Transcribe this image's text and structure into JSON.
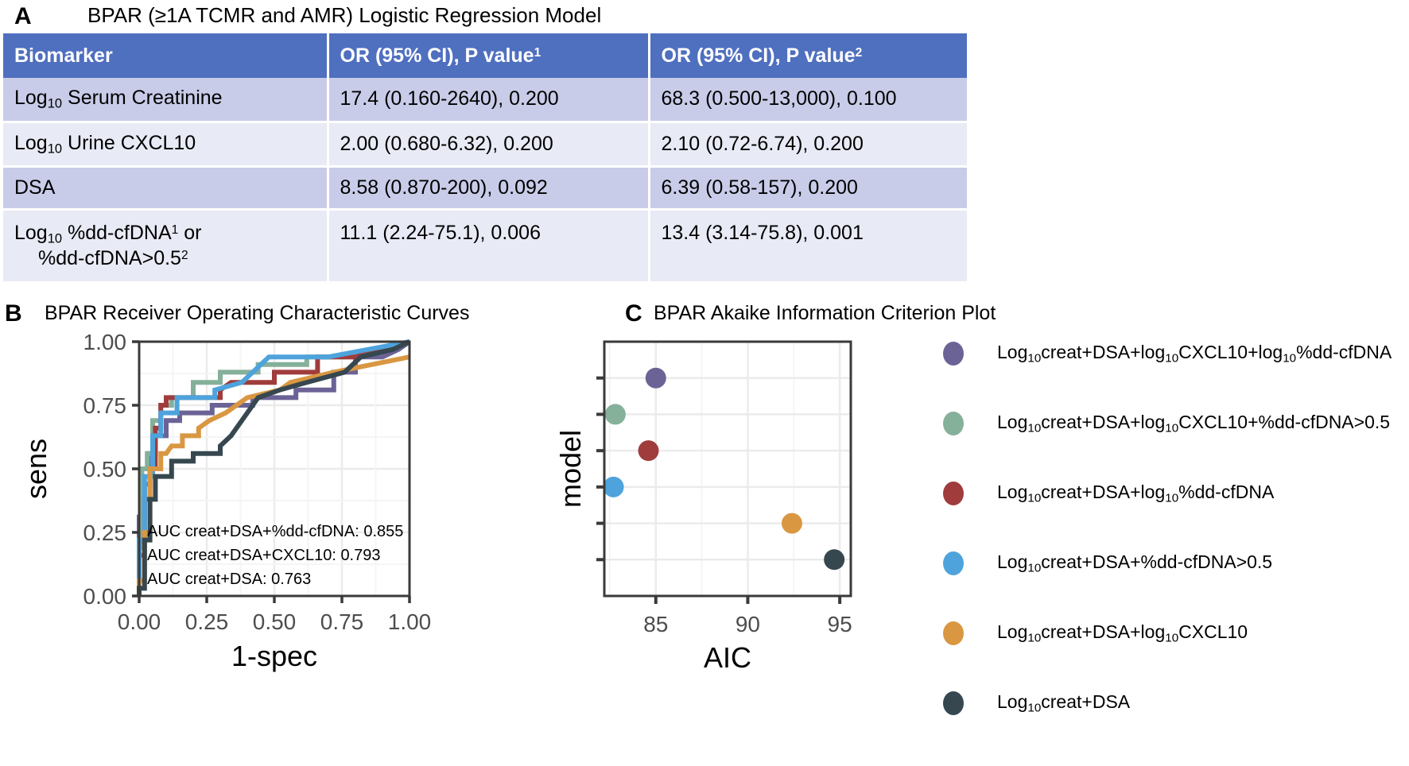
{
  "panel_a": {
    "letter": "A",
    "title": "BPAR (≥1A TCMR and AMR) Logistic Regression Model",
    "header_color": "#4f6fbf",
    "columns": [
      "Biomarker",
      "OR (95% CI), P value",
      "OR (95% CI), P value"
    ],
    "column_superscripts": [
      "",
      "1",
      "2"
    ],
    "rows": [
      {
        "biomarker_pre": "Log",
        "biomarker_sub": "10",
        "biomarker_post": " Serum Creatinine",
        "col1": "17.4 (0.160-2640), 0.200",
        "col2": "68.3 (0.500-13,000), 0.100"
      },
      {
        "biomarker_pre": "Log",
        "biomarker_sub": "10",
        "biomarker_post": " Urine CXCL10",
        "col1": "2.00 (0.680-6.32), 0.200",
        "col2": "2.10 (0.72-6.74), 0.200"
      },
      {
        "biomarker_pre": "",
        "biomarker_sub": "",
        "biomarker_post": "DSA",
        "col1": "8.58 (0.870-200), 0.092",
        "col2": "6.39 (0.58-157), 0.200"
      },
      {
        "biomarker_pre": "Log",
        "biomarker_sub": "10",
        "biomarker_post": " %dd-cfDNA",
        "biomarker_sup": "1",
        "biomarker_tail": " or",
        "biomarker_line2": "%dd-cfDNA>0.5",
        "biomarker_line2_sup": "2",
        "col1": "11.1 (2.24-75.1), 0.006",
        "col2": "13.4 (3.14-75.8), 0.001"
      }
    ]
  },
  "panel_b": {
    "letter": "B",
    "title": "BPAR Receiver Operating Characteristic Curves"
  },
  "panel_c": {
    "letter": "C",
    "title": "BPAR Akaike Information Criterion Plot"
  },
  "legend": {
    "entries": [
      {
        "color": "#6b6396",
        "pre": "Log",
        "sub1": "10",
        "mid1": "creat+DSA+log",
        "sub2": "10",
        "mid2": "CXCL10+log",
        "sub3": "10",
        "tail": "%dd-cfDNA"
      },
      {
        "color": "#85b09a",
        "pre": "Log",
        "sub1": "10",
        "mid1": "creat+DSA+log",
        "sub2": "10",
        "mid2": "CXCL10+%dd-cfDNA>0.5",
        "sub3": "",
        "tail": ""
      },
      {
        "color": "#a03c3c",
        "pre": "Log",
        "sub1": "10",
        "mid1": "creat+DSA+log",
        "sub2": "10",
        "mid2": "%dd-cfDNA",
        "sub3": "",
        "tail": ""
      },
      {
        "color": "#4ea3dc",
        "pre": "Log",
        "sub1": "10",
        "mid1": "creat+DSA+%dd-cfDNA>0.5",
        "sub2": "",
        "mid2": "",
        "sub3": "",
        "tail": ""
      },
      {
        "color": "#d99742",
        "pre": "Log",
        "sub1": "10",
        "mid1": "creat+DSA+log",
        "sub2": "10",
        "mid2": "CXCL10",
        "sub3": "",
        "tail": ""
      },
      {
        "color": "#36474f",
        "pre": "Log",
        "sub1": "10",
        "mid1": "creat+DSA",
        "sub2": "",
        "mid2": "",
        "sub3": "",
        "tail": ""
      }
    ]
  },
  "chart_data": [
    {
      "type": "line",
      "title": "BPAR Receiver Operating Characteristic Curves",
      "xlabel": "1-spec",
      "ylabel": "sens",
      "xlim": [
        0,
        1
      ],
      "ylim": [
        0,
        1
      ],
      "xticks": [
        "0.00",
        "0.25",
        "0.50",
        "0.75",
        "1.00"
      ],
      "yticks": [
        "0.00",
        "0.25",
        "0.50",
        "0.75",
        "1.00"
      ],
      "grid": true,
      "annotations": [
        "AUC creat+DSA+%dd-cfDNA: 0.855",
        "AUC creat+DSA+CXCL10: 0.793",
        "AUC creat+DSA: 0.763"
      ],
      "series": [
        {
          "name": "Log10creat+DSA+log10CXCL10+log10%dd-cfDNA",
          "color": "#6b6396",
          "points": [
            [
              0.0,
              0.0
            ],
            [
              0.0,
              0.31
            ],
            [
              0.02,
              0.31
            ],
            [
              0.02,
              0.44
            ],
            [
              0.04,
              0.44
            ],
            [
              0.04,
              0.56
            ],
            [
              0.06,
              0.56
            ],
            [
              0.06,
              0.63
            ],
            [
              0.1,
              0.63
            ],
            [
              0.1,
              0.69
            ],
            [
              0.15,
              0.69
            ],
            [
              0.15,
              0.72
            ],
            [
              0.27,
              0.72
            ],
            [
              0.27,
              0.75
            ],
            [
              0.42,
              0.75
            ],
            [
              0.42,
              0.78
            ],
            [
              0.58,
              0.78
            ],
            [
              0.58,
              0.81
            ],
            [
              0.72,
              0.81
            ],
            [
              0.72,
              0.88
            ],
            [
              0.8,
              0.88
            ],
            [
              0.8,
              0.94
            ],
            [
              0.9,
              0.94
            ],
            [
              0.96,
              0.97
            ],
            [
              1.0,
              1.0
            ]
          ]
        },
        {
          "name": "Log10creat+DSA+log10CXCL10+%dd-cfDNA>0.5",
          "color": "#85b09a",
          "points": [
            [
              0.0,
              0.0
            ],
            [
              0.0,
              0.19
            ],
            [
              0.01,
              0.19
            ],
            [
              0.01,
              0.5
            ],
            [
              0.03,
              0.5
            ],
            [
              0.03,
              0.56
            ],
            [
              0.05,
              0.56
            ],
            [
              0.05,
              0.69
            ],
            [
              0.08,
              0.69
            ],
            [
              0.08,
              0.75
            ],
            [
              0.12,
              0.75
            ],
            [
              0.12,
              0.78
            ],
            [
              0.2,
              0.78
            ],
            [
              0.2,
              0.84
            ],
            [
              0.3,
              0.84
            ],
            [
              0.3,
              0.88
            ],
            [
              0.44,
              0.88
            ],
            [
              0.44,
              0.91
            ],
            [
              0.62,
              0.91
            ],
            [
              0.62,
              0.94
            ],
            [
              0.8,
              0.94
            ],
            [
              0.92,
              0.97
            ],
            [
              1.0,
              1.0
            ]
          ]
        },
        {
          "name": "Log10creat+DSA+log10%dd-cfDNA",
          "color": "#a03c3c",
          "points": [
            [
              0.0,
              0.0
            ],
            [
              0.0,
              0.16
            ],
            [
              0.02,
              0.16
            ],
            [
              0.02,
              0.38
            ],
            [
              0.04,
              0.38
            ],
            [
              0.04,
              0.5
            ],
            [
              0.06,
              0.5
            ],
            [
              0.06,
              0.66
            ],
            [
              0.08,
              0.66
            ],
            [
              0.08,
              0.75
            ],
            [
              0.1,
              0.75
            ],
            [
              0.1,
              0.78
            ],
            [
              0.3,
              0.78
            ],
            [
              0.3,
              0.81
            ],
            [
              0.34,
              0.84
            ],
            [
              0.5,
              0.84
            ],
            [
              0.5,
              0.88
            ],
            [
              0.66,
              0.88
            ],
            [
              0.66,
              0.94
            ],
            [
              0.8,
              0.94
            ],
            [
              0.88,
              0.97
            ],
            [
              1.0,
              1.0
            ]
          ]
        },
        {
          "name": "Log10creat+DSA+%dd-cfDNA>0.5",
          "color": "#4ea3dc",
          "points": [
            [
              0.0,
              0.0
            ],
            [
              0.0,
              0.22
            ],
            [
              0.02,
              0.22
            ],
            [
              0.02,
              0.47
            ],
            [
              0.05,
              0.47
            ],
            [
              0.05,
              0.63
            ],
            [
              0.08,
              0.63
            ],
            [
              0.08,
              0.72
            ],
            [
              0.14,
              0.72
            ],
            [
              0.14,
              0.78
            ],
            [
              0.28,
              0.78
            ],
            [
              0.28,
              0.81
            ],
            [
              0.38,
              0.84
            ],
            [
              0.42,
              0.88
            ],
            [
              0.48,
              0.94
            ],
            [
              0.7,
              0.94
            ],
            [
              0.85,
              0.97
            ],
            [
              1.0,
              1.0
            ]
          ]
        },
        {
          "name": "Log10creat+DSA+log10CXCL10",
          "color": "#d99742",
          "points": [
            [
              0.0,
              0.0
            ],
            [
              0.0,
              0.06
            ],
            [
              0.02,
              0.06
            ],
            [
              0.02,
              0.25
            ],
            [
              0.04,
              0.25
            ],
            [
              0.04,
              0.5
            ],
            [
              0.08,
              0.5
            ],
            [
              0.08,
              0.56
            ],
            [
              0.1,
              0.56
            ],
            [
              0.12,
              0.59
            ],
            [
              0.16,
              0.59
            ],
            [
              0.16,
              0.63
            ],
            [
              0.22,
              0.63
            ],
            [
              0.22,
              0.66
            ],
            [
              0.26,
              0.69
            ],
            [
              0.32,
              0.72
            ],
            [
              0.4,
              0.78
            ],
            [
              0.52,
              0.81
            ],
            [
              0.56,
              0.84
            ],
            [
              0.72,
              0.88
            ],
            [
              0.86,
              0.91
            ],
            [
              1.0,
              0.94
            ]
          ]
        },
        {
          "name": "Log10creat+DSA",
          "color": "#36474f",
          "points": [
            [
              0.0,
              0.0
            ],
            [
              0.0,
              0.03
            ],
            [
              0.02,
              0.03
            ],
            [
              0.02,
              0.22
            ],
            [
              0.04,
              0.22
            ],
            [
              0.04,
              0.38
            ],
            [
              0.06,
              0.38
            ],
            [
              0.06,
              0.47
            ],
            [
              0.12,
              0.47
            ],
            [
              0.12,
              0.53
            ],
            [
              0.2,
              0.53
            ],
            [
              0.2,
              0.56
            ],
            [
              0.3,
              0.56
            ],
            [
              0.3,
              0.59
            ],
            [
              0.34,
              0.63
            ],
            [
              0.38,
              0.69
            ],
            [
              0.44,
              0.78
            ],
            [
              0.52,
              0.81
            ],
            [
              0.62,
              0.84
            ],
            [
              0.76,
              0.88
            ],
            [
              0.82,
              0.94
            ],
            [
              0.94,
              0.97
            ],
            [
              1.0,
              1.0
            ]
          ]
        }
      ]
    },
    {
      "type": "scatter",
      "title": "BPAR Akaike Information Criterion Plot",
      "xlabel": "AIC",
      "ylabel": "model",
      "xlim": [
        82.2,
        95.6
      ],
      "ylim": [
        0,
        7
      ],
      "xticks": [
        "85",
        "90",
        "95"
      ],
      "xtick_values": [
        85,
        90,
        95
      ],
      "yticks": [],
      "grid": true,
      "points": [
        {
          "label": "Log10creat+DSA+log10CXCL10+log10%dd-cfDNA",
          "color": "#6b6396",
          "x": 85.0,
          "y": 6
        },
        {
          "label": "Log10creat+DSA+log10CXCL10+%dd-cfDNA>0.5",
          "color": "#85b09a",
          "x": 82.8,
          "y": 5
        },
        {
          "label": "Log10creat+DSA+log10%dd-cfDNA",
          "color": "#a03c3c",
          "x": 84.6,
          "y": 4
        },
        {
          "label": "Log10creat+DSA+%dd-cfDNA>0.5",
          "color": "#4ea3dc",
          "x": 82.7,
          "y": 3
        },
        {
          "label": "Log10creat+DSA+log10CXCL10",
          "color": "#d99742",
          "x": 92.4,
          "y": 2
        },
        {
          "label": "Log10creat+DSA",
          "color": "#36474f",
          "x": 94.7,
          "y": 1
        }
      ]
    }
  ]
}
